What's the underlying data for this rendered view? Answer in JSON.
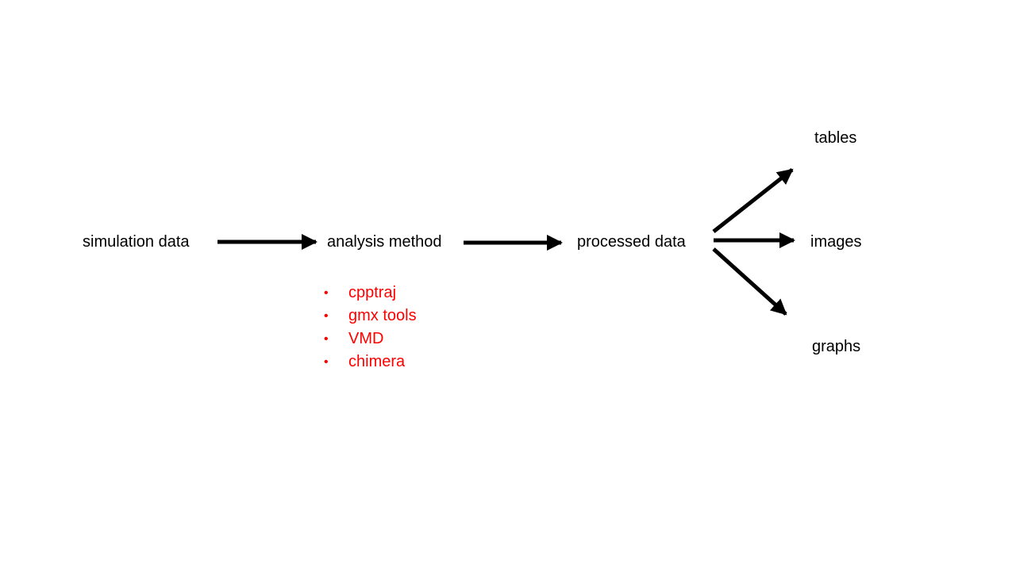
{
  "colors": {
    "text": "#000000",
    "tools": "#ff0000",
    "arrow": "#000000"
  },
  "nodes": {
    "simulation_data": "simulation data",
    "analysis_method": "analysis method",
    "processed_data": "processed data",
    "tables": "tables",
    "images": "images",
    "graphs": "graphs"
  },
  "tools": {
    "bullet": "•",
    "items": [
      "cpptraj",
      "gmx tools",
      "VMD",
      "chimera"
    ]
  }
}
